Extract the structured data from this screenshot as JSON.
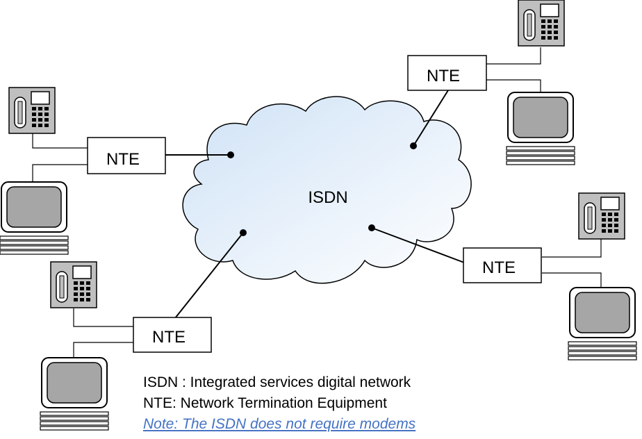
{
  "cloud": {
    "label": "ISDN",
    "fill_light": "#ffffff",
    "fill_dark": "#cfe2f6"
  },
  "nte_label": "NTE",
  "legend": {
    "line1": "ISDN : Integrated services digital network",
    "line2": "NTE: Network Termination Equipment",
    "note": "Note: The ISDN does not require modems"
  },
  "colors": {
    "note": "#4472c4",
    "device_gray": "#bfbfbf",
    "screen_gray": "#a6a6a6",
    "line": "#000000"
  }
}
